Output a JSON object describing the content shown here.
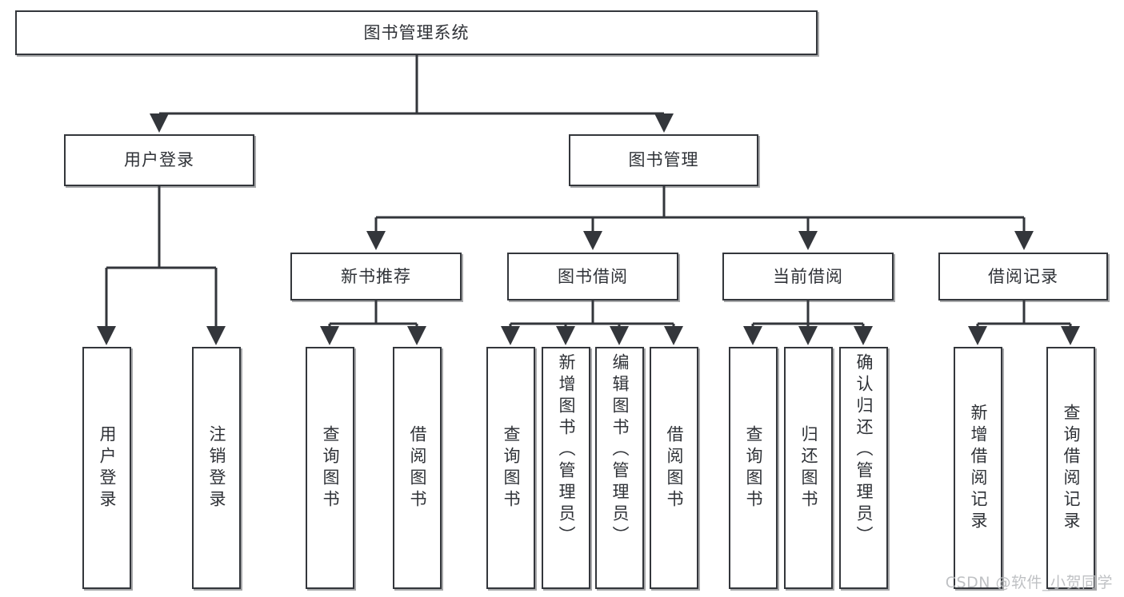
{
  "diagram": {
    "title": "图书管理系统",
    "type": "functional-structure-tree",
    "watermark": "CSDN @软件_小贺同学",
    "colors": {
      "box_border": "#33363b",
      "box_fill": "#ffffff",
      "text": "#2f3237",
      "edge": "#33363b",
      "watermark": "#b9bbbe",
      "background": "#ffffff"
    },
    "nodes": {
      "root": {
        "label": "图书管理系统",
        "level": 1,
        "orientation": "horizontal"
      },
      "l2": [
        {
          "id": "user-login",
          "label": "用户登录",
          "level": 2,
          "orientation": "horizontal"
        },
        {
          "id": "book-management",
          "label": "图书管理",
          "level": 2,
          "orientation": "horizontal"
        }
      ],
      "l3": [
        {
          "id": "new-book-recommend",
          "label": "新书推荐",
          "level": 3,
          "orientation": "horizontal"
        },
        {
          "id": "book-borrow",
          "label": "图书借阅",
          "level": 3,
          "orientation": "horizontal"
        },
        {
          "id": "current-borrow",
          "label": "当前借阅",
          "level": 3,
          "orientation": "horizontal"
        },
        {
          "id": "borrow-record",
          "label": "借阅记录",
          "level": 3,
          "orientation": "horizontal"
        }
      ],
      "leaves": {
        "user_login": [
          {
            "id": "leaf-user-login",
            "label": "用户登录"
          },
          {
            "id": "leaf-user-logout",
            "label": "注销登录"
          }
        ],
        "new_book_recommend": [
          {
            "id": "leaf-query-book-1",
            "label": "查询图书"
          },
          {
            "id": "leaf-borrow-book-1",
            "label": "借阅图书"
          }
        ],
        "book_borrow": [
          {
            "id": "leaf-query-book-2",
            "label": "查询图书"
          },
          {
            "id": "leaf-add-book",
            "label": "新增图书（管理员）"
          },
          {
            "id": "leaf-edit-book",
            "label": "编辑图书（管理员）"
          },
          {
            "id": "leaf-borrow-book-2",
            "label": "借阅图书"
          }
        ],
        "current_borrow": [
          {
            "id": "leaf-query-book-3",
            "label": "查询图书"
          },
          {
            "id": "leaf-return-book",
            "label": "归还图书"
          },
          {
            "id": "leaf-confirm-return",
            "label": "确认归还（管理员）"
          }
        ],
        "borrow_record": [
          {
            "id": "leaf-add-borrow-record",
            "label": "新增借阅记录"
          },
          {
            "id": "leaf-query-borrow-record",
            "label": "查询借阅记录"
          }
        ]
      }
    }
  }
}
